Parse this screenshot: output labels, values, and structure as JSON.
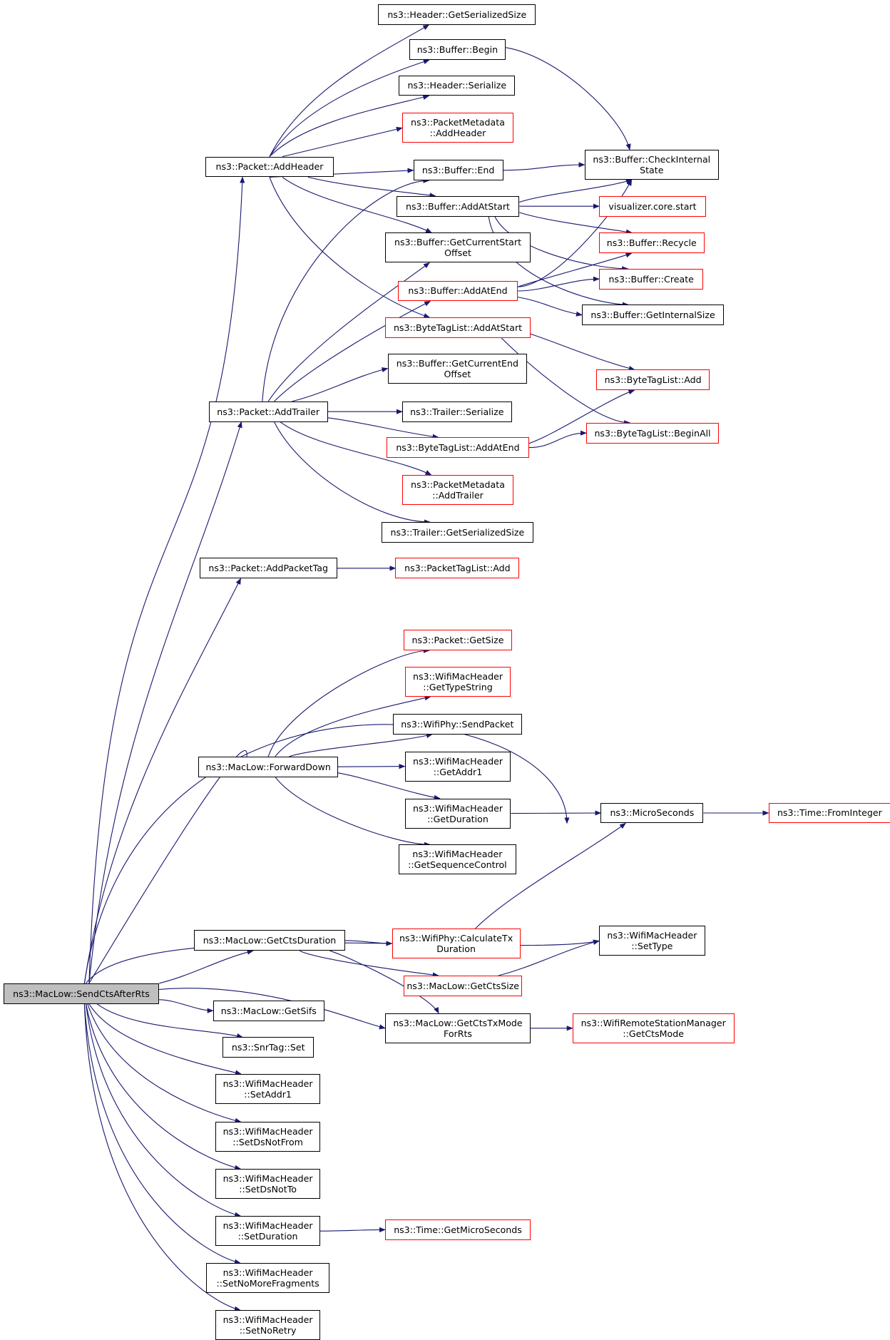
{
  "colors": {
    "edge": "#191970",
    "node_border": "#000000",
    "external_border": "#ff0000",
    "root_fill": "#bfbfbf"
  },
  "root": "ns3::MacLow::SendCtsAfterRts",
  "nodes": {
    "root": {
      "lines": [
        "ns3::MacLow::SendCtsAfterRts"
      ]
    },
    "p_addheader": {
      "lines": [
        "ns3::Packet::AddHeader"
      ]
    },
    "p_addtrailer": {
      "lines": [
        "ns3::Packet::AddTrailer"
      ]
    },
    "p_addpackettag": {
      "lines": [
        "ns3::Packet::AddPacketTag"
      ]
    },
    "fwd": {
      "lines": [
        "ns3::MacLow::ForwardDown"
      ]
    },
    "getctsdur": {
      "lines": [
        "ns3::MacLow::GetCtsDuration"
      ]
    },
    "getsifs": {
      "lines": [
        "ns3::MacLow::GetSifs"
      ]
    },
    "snrset": {
      "lines": [
        "ns3::SnrTag::Set"
      ]
    },
    "setaddr1": {
      "lines": [
        "ns3::WifiMacHeader",
        "::SetAddr1"
      ]
    },
    "setdsnotfrom": {
      "lines": [
        "ns3::WifiMacHeader",
        "::SetDsNotFrom"
      ]
    },
    "setdsnotto": {
      "lines": [
        "ns3::WifiMacHeader",
        "::SetDsNotTo"
      ]
    },
    "setduration": {
      "lines": [
        "ns3::WifiMacHeader",
        "::SetDuration"
      ]
    },
    "setnomorefrag": {
      "lines": [
        "ns3::WifiMacHeader",
        "::SetNoMoreFragments"
      ]
    },
    "setnoretry": {
      "lines": [
        "ns3::WifiMacHeader",
        "::SetNoRetry"
      ]
    },
    "h_getser": {
      "lines": [
        "ns3::Header::GetSerializedSize"
      ]
    },
    "b_begin": {
      "lines": [
        "ns3::Buffer::Begin"
      ]
    },
    "h_ser": {
      "lines": [
        "ns3::Header::Serialize"
      ]
    },
    "pm_addheader": {
      "lines": [
        "ns3::PacketMetadata",
        "::AddHeader"
      ]
    },
    "b_end": {
      "lines": [
        "ns3::Buffer::End"
      ]
    },
    "b_addatstart": {
      "lines": [
        "ns3::Buffer::AddAtStart"
      ]
    },
    "b_getcurstart": {
      "lines": [
        "ns3::Buffer::GetCurrentStart",
        "Offset"
      ]
    },
    "b_addatend": {
      "lines": [
        "ns3::Buffer::AddAtEnd"
      ]
    },
    "btl_addatstart": {
      "lines": [
        "ns3::ByteTagList::AddAtStart"
      ]
    },
    "b_getcurend": {
      "lines": [
        "ns3::Buffer::GetCurrentEnd",
        "Offset"
      ]
    },
    "t_ser": {
      "lines": [
        "ns3::Trailer::Serialize"
      ]
    },
    "btl_addatend": {
      "lines": [
        "ns3::ByteTagList::AddAtEnd"
      ]
    },
    "pm_addtrailer": {
      "lines": [
        "ns3::PacketMetadata",
        "::AddTrailer"
      ]
    },
    "t_getser": {
      "lines": [
        "ns3::Trailer::GetSerializedSize"
      ]
    },
    "ptl_add": {
      "lines": [
        "ns3::PacketTagList::Add"
      ]
    },
    "p_getsize": {
      "lines": [
        "ns3::Packet::GetSize"
      ]
    },
    "wmh_gettypestr": {
      "lines": [
        "ns3::WifiMacHeader",
        "::GetTypeString"
      ]
    },
    "phy_send": {
      "lines": [
        "ns3::WifiPhy::SendPacket"
      ]
    },
    "wmh_getaddr1": {
      "lines": [
        "ns3::WifiMacHeader",
        "::GetAddr1"
      ]
    },
    "wmh_getdur": {
      "lines": [
        "ns3::WifiMacHeader",
        "::GetDuration"
      ]
    },
    "wmh_getseq": {
      "lines": [
        "ns3::WifiMacHeader",
        "::GetSequenceControl"
      ]
    },
    "phy_calctx": {
      "lines": [
        "ns3::WifiPhy::CalculateTx",
        "Duration"
      ]
    },
    "getctssize": {
      "lines": [
        "ns3::MacLow::GetCtsSize"
      ]
    },
    "getctstxmode": {
      "lines": [
        "ns3::MacLow::GetCtsTxMode",
        "ForRts"
      ]
    },
    "time_getus": {
      "lines": [
        "ns3::Time::GetMicroSeconds"
      ]
    },
    "b_checkint": {
      "lines": [
        "ns3::Buffer::CheckInternal",
        "State"
      ]
    },
    "vis_start": {
      "lines": [
        "visualizer.core.start"
      ]
    },
    "b_recycle": {
      "lines": [
        "ns3::Buffer::Recycle"
      ]
    },
    "b_create": {
      "lines": [
        "ns3::Buffer::Create"
      ]
    },
    "b_getintsize": {
      "lines": [
        "ns3::Buffer::GetInternalSize"
      ]
    },
    "btl_add": {
      "lines": [
        "ns3::ByteTagList::Add"
      ]
    },
    "btl_beginall": {
      "lines": [
        "ns3::ByteTagList::BeginAll"
      ]
    },
    "microseconds": {
      "lines": [
        "ns3::MicroSeconds"
      ]
    },
    "wmh_settype": {
      "lines": [
        "ns3::WifiMacHeader",
        "::SetType"
      ]
    },
    "wrsm_getctsmode": {
      "lines": [
        "ns3::WifiRemoteStationManager",
        "::GetCtsMode"
      ]
    },
    "time_fromint": {
      "lines": [
        "ns3::Time::FromInteger"
      ]
    }
  }
}
